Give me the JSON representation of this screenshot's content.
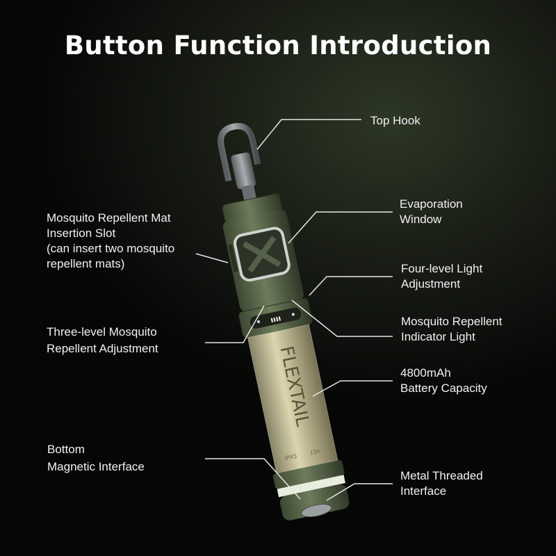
{
  "title": "Button Function Introduction",
  "labels": {
    "top_hook": [
      "Top Hook"
    ],
    "evaporation_window": [
      "Evaporation",
      "Window"
    ],
    "mat_slot": [
      "Mosquito Repellent Mat",
      "Insertion Slot",
      "(can insert two mosquito",
      "repellent mats)"
    ],
    "light_adjust": [
      "Four-level Light",
      "Adjustment"
    ],
    "indicator_light": [
      "Mosquito Repellent",
      "Indicator Light"
    ],
    "repellent_adjust": [
      "Three-level Mosquito",
      "Repellent Adjustment"
    ],
    "battery": [
      "4800mAh",
      "Battery Capacity"
    ],
    "bottom_magnetic": [
      "Bottom",
      "Magnetic Interface"
    ],
    "metal_threaded": [
      "Metal Threaded",
      "Interface"
    ]
  },
  "device": {
    "brand": "FLEXTAIL",
    "rating": "IPX5",
    "runtime": "15h"
  },
  "colors": {
    "body_green": "#5d6b4c",
    "line": "#e8e8e8"
  }
}
